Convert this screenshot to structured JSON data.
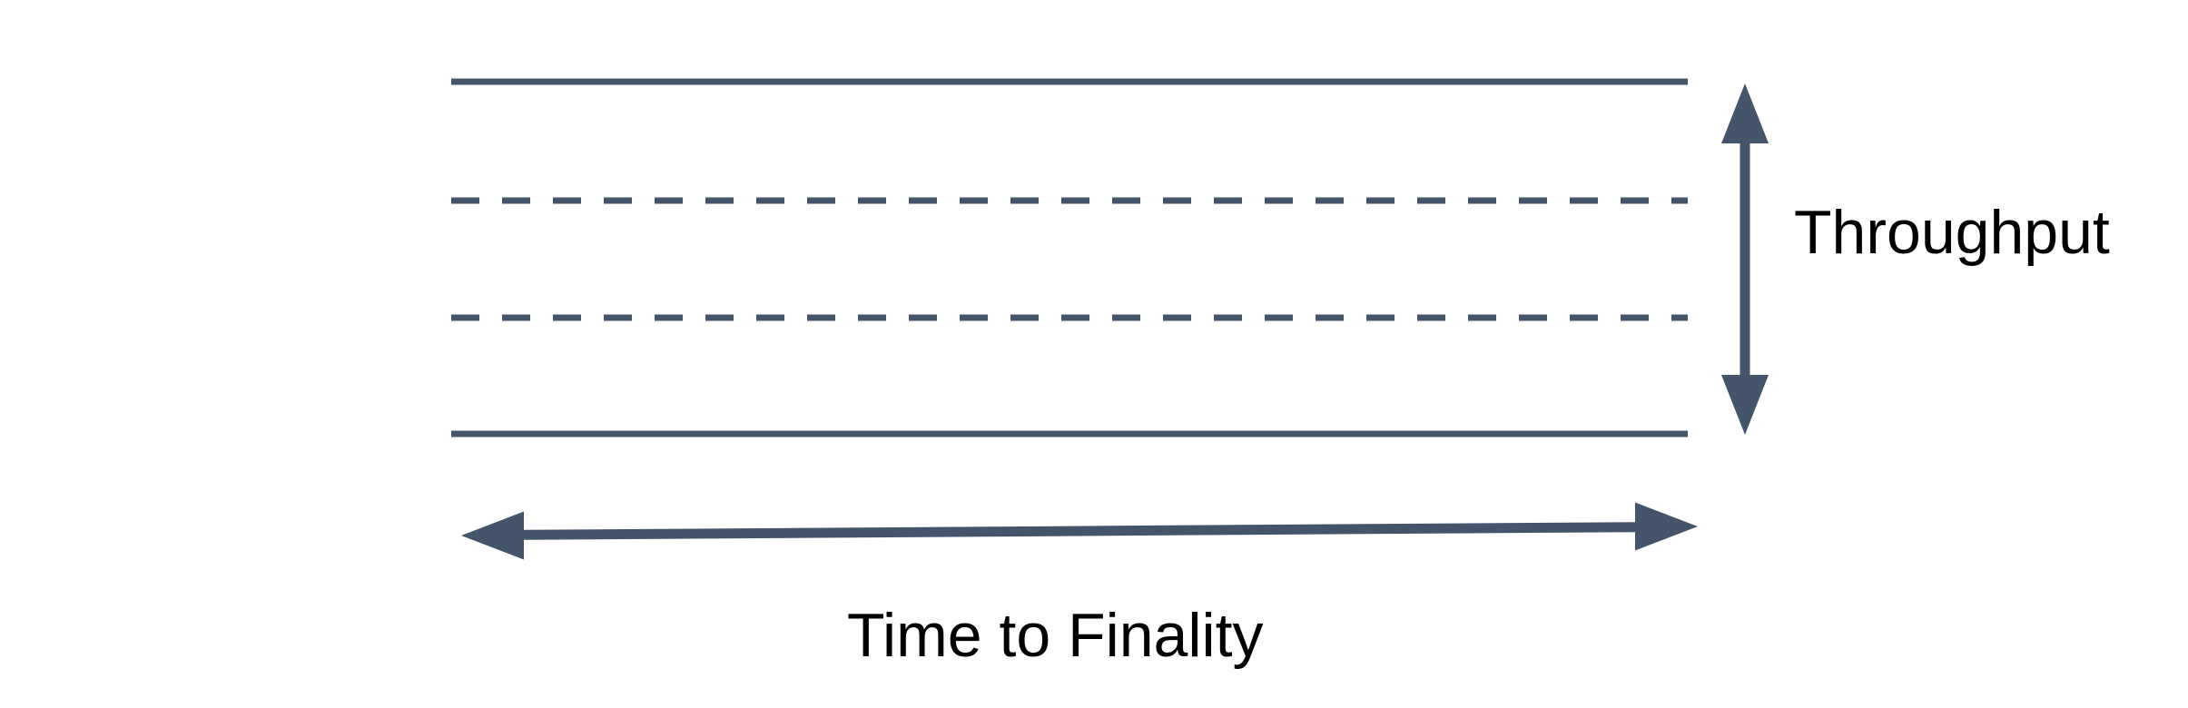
{
  "labels": {
    "throughput": "Throughput",
    "time_to_finality": "Time to Finality"
  },
  "colors": {
    "shape": "#44546A",
    "text": "#000000",
    "background": "#FFFFFF"
  },
  "band": {
    "lines": [
      {
        "position": "top",
        "style": "solid"
      },
      {
        "position": "upper-inner",
        "style": "dashed"
      },
      {
        "position": "lower-inner",
        "style": "dashed"
      },
      {
        "position": "bottom",
        "style": "solid"
      }
    ]
  },
  "arrows": [
    {
      "id": "throughput-extent",
      "orientation": "vertical",
      "double_headed": true,
      "label": "Throughput"
    },
    {
      "id": "time-to-finality-extent",
      "orientation": "horizontal",
      "double_headed": true,
      "label": "Time to Finality"
    }
  ]
}
